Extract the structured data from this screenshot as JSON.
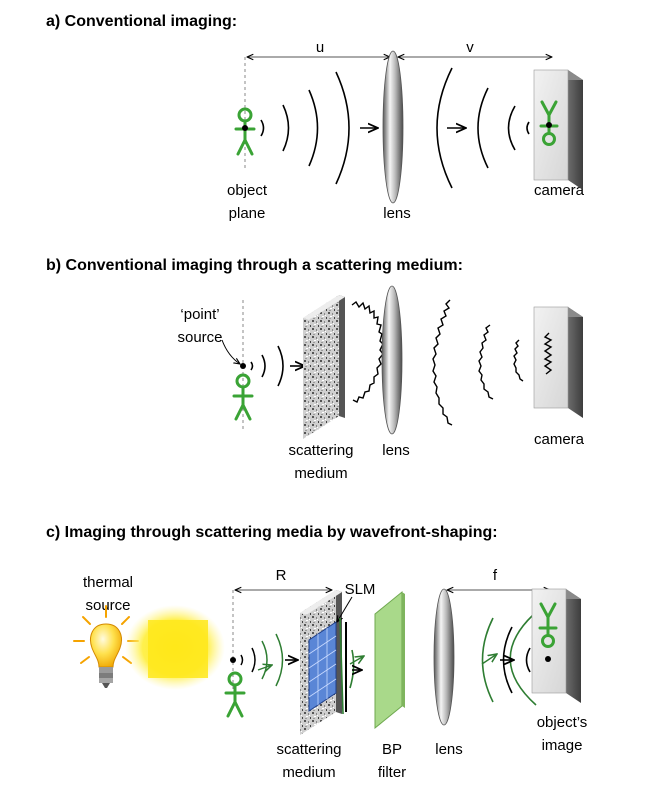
{
  "panel_a": {
    "heading": "a)  Conventional imaging:",
    "dist_u": "u",
    "dist_v": "v",
    "object_label_line1": "object",
    "object_label_line2": "plane",
    "lens_label": "lens",
    "camera_label": "camera"
  },
  "panel_b": {
    "heading": "b)  Conventional imaging through a scattering medium:",
    "source_label_line1": "‘point’",
    "source_label_line2": "source",
    "medium_label_line1": "scattering",
    "medium_label_line2": "medium",
    "lens_label": "lens",
    "camera_label": "camera"
  },
  "panel_c": {
    "heading": "c)  Imaging through scattering media by wavefront-shaping:",
    "thermal_label_line1": "thermal",
    "thermal_label_line2": "source",
    "dist_r": "R",
    "slm_label": "SLM",
    "dist_f": "f",
    "medium_label_line1": "scattering",
    "medium_label_line2": "medium",
    "filter_label_line1": "BP",
    "filter_label_line2": "filter",
    "lens_label": "lens",
    "image_label_line1": "object’s",
    "image_label_line2": "image"
  },
  "colors": {
    "figure_green": "#3aa335",
    "dark_green": "#2e7d32",
    "slm_blue": "#5a86d6",
    "filter_green": "#a9d98a",
    "bulb_yellow": "#ffe21a"
  }
}
